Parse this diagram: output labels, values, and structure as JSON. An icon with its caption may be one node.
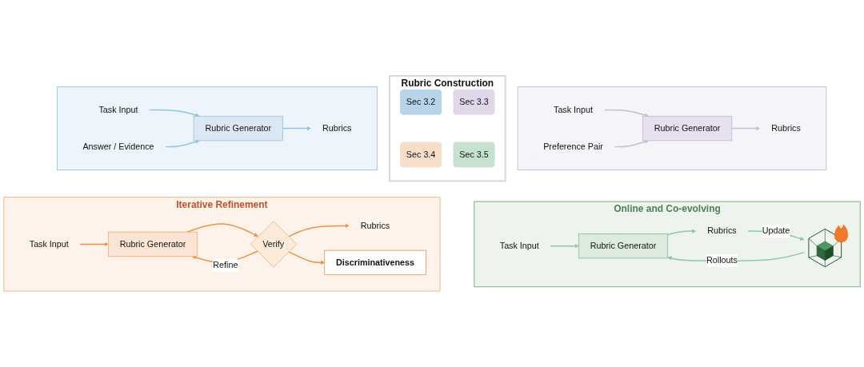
{
  "diagram": {
    "nodes": [
      {
        "text": [],
        "shape": "box"
      },
      {
        "text": [
          "Task Input"
        ],
        "in": 0
      },
      {
        "text": [
          "Answer / Evidence"
        ],
        "in": 0
      },
      {
        "text": [
          "Rubric Generator"
        ],
        "in": 0
      },
      {
        "text": [
          "Rubrics"
        ],
        "in": 0
      },
      {
        "text": [],
        "shape": "box"
      },
      {
        "text": [
          "Task Input"
        ],
        "in": 5
      },
      {
        "text": [
          "Preference Pair"
        ],
        "in": 5
      },
      {
        "text": [
          "Rubric Generator"
        ],
        "in": 5
      },
      {
        "text": [
          "Rubrics"
        ],
        "in": 5
      },
      {
        "text": [
          "Rubric Construction"
        ]
      },
      {
        "text": [
          "Sec 3.2"
        ],
        "in": 10
      },
      {
        "text": [
          "Sec 3.3"
        ],
        "in": 10
      },
      {
        "text": [
          "Sec 3.4"
        ],
        "in": 10
      },
      {
        "text": [
          "Sec 3.5"
        ],
        "in": 10
      },
      {
        "text": [
          "Iterative Refinement"
        ]
      },
      {
        "text": [
          "Task Input"
        ],
        "in": 15
      },
      {
        "text": [
          "Rubric Generator"
        ],
        "in": 15
      },
      {
        "text": [
          "Verify"
        ],
        "in": 15
      },
      {
        "text": [
          "Rubrics"
        ],
        "in": 15
      },
      {
        "text": [
          "Discriminativeness"
        ],
        "in": 15
      },
      {
        "text": [
          "Online and Co-evolving"
        ]
      },
      {
        "text": [
          "Task Input"
        ],
        "in": 21
      },
      {
        "text": [
          "Rubric Generator"
        ],
        "in": 21
      },
      {
        "text": [
          "Rubrics"
        ],
        "in": 21
      },
      {
        "text": [],
        "shape": "picture",
        "in": 21
      }
    ],
    "edges": [
      {
        "from": 1,
        "to": 3,
        "arrow": "to",
        "color": "#8ec5e0"
      },
      {
        "from": 2,
        "to": 3,
        "arrow": "to",
        "color": "#8ec5e0"
      },
      {
        "from": 3,
        "to": 4,
        "arrow": "to",
        "color": "#8ec5e0"
      },
      {
        "from": 6,
        "to": 8,
        "arrow": "to",
        "color": "#cbbad9"
      },
      {
        "from": 7,
        "to": 8,
        "arrow": "to",
        "color": "#cbbad9"
      },
      {
        "from": 8,
        "to": 9,
        "arrow": "to",
        "color": "#cbbad9"
      },
      {
        "from": 16,
        "to": 17,
        "arrow": "to",
        "color": "#e8924a"
      },
      {
        "from": 17,
        "to": 18,
        "arrow": "to",
        "color": "#e8924a"
      },
      {
        "from": 18,
        "to": 17,
        "arrow": "to",
        "label": "Refine",
        "color": "#e8924a"
      },
      {
        "from": 18,
        "to": 19,
        "arrow": "to",
        "color": "#e8924a"
      },
      {
        "from": 18,
        "to": 20,
        "arrow": "to",
        "color": "#e8924a"
      },
      {
        "from": 22,
        "to": 23,
        "arrow": "to",
        "color": "#8fc7a2"
      },
      {
        "from": 23,
        "to": 24,
        "arrow": "to",
        "color": "#8fc7a2"
      },
      {
        "from": 24,
        "to": 25,
        "arrow": "to",
        "label": "Update",
        "color": "#8fc7a2"
      },
      {
        "from": 25,
        "to": 23,
        "arrow": "to",
        "label": "Rollouts",
        "color": "#8fc7a2"
      }
    ]
  }
}
